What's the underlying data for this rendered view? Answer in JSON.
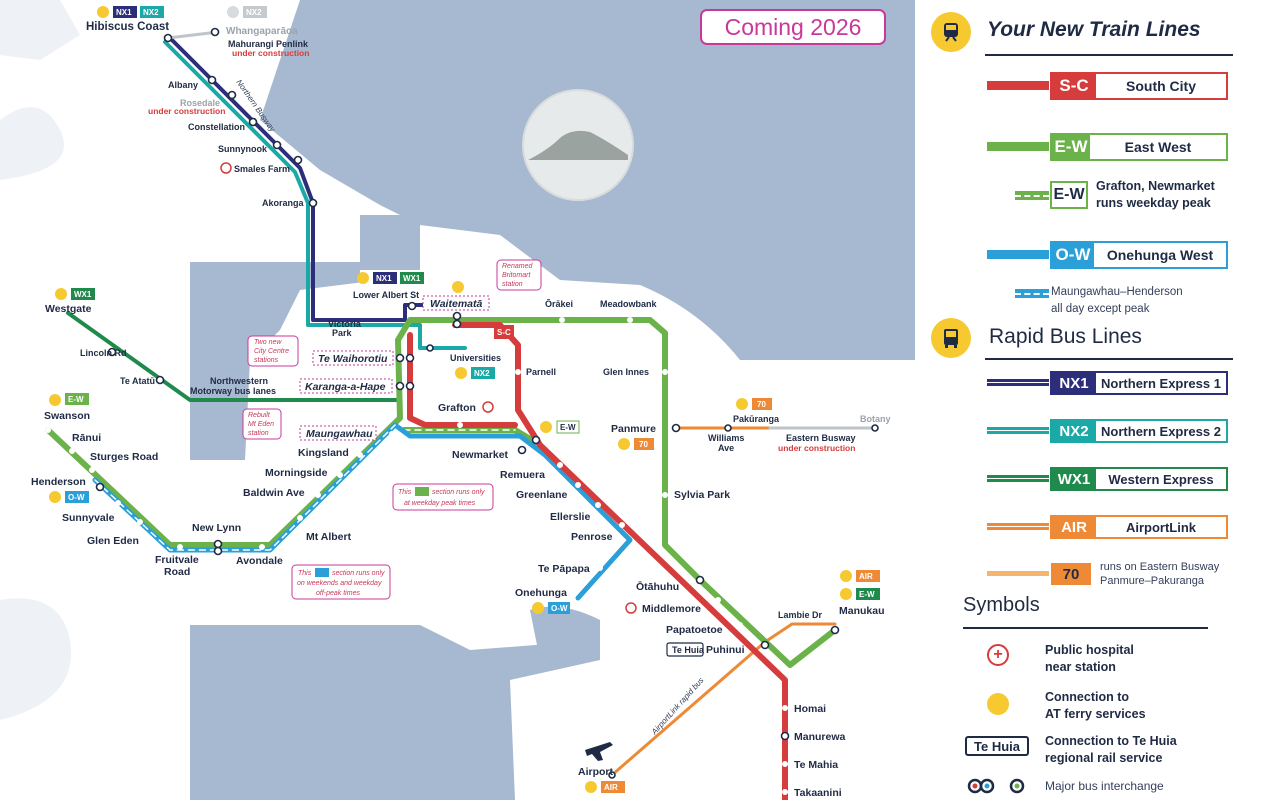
{
  "header": {
    "coming": "Coming 2026"
  },
  "legend": {
    "train_title": "Your New Train Lines",
    "bus_title": "Rapid Bus Lines",
    "symbols_title": "Symbols",
    "train_lines": [
      {
        "code": "S-C",
        "name": "South City",
        "color": "#d63c3c"
      },
      {
        "code": "E-W",
        "name": "East West",
        "color": "#6bb24a"
      },
      {
        "code": "O-W",
        "name": "Onehunga West",
        "color": "#2a9fd8"
      }
    ],
    "ew_peak_code": "E-W",
    "ew_peak_text1": "Grafton, Newmarket",
    "ew_peak_text2": "runs weekday peak",
    "ow_offpeak_text1": "Maungawhau–Henderson",
    "ow_offpeak_text2": "all day except peak",
    "bus_lines": [
      {
        "code": "NX1",
        "name": "Northern Express 1",
        "color": "#2d2e7a"
      },
      {
        "code": "NX2",
        "name": "Northern Express 2",
        "color": "#1aa9a6"
      },
      {
        "code": "WX1",
        "name": "Western Express",
        "color": "#1f8a4c"
      },
      {
        "code": "AIR",
        "name": "AirportLink",
        "color": "#ee8a36"
      }
    ],
    "route70_code": "70",
    "route70_text1": "runs on Eastern Busway",
    "route70_text2": "Panmure–Pakuranga",
    "symbols": {
      "hospital1": "Public hospital",
      "hospital2": "near station",
      "ferry1": "Connection to",
      "ferry2": "AT ferry services",
      "tehuia_badge": "Te Huia",
      "tehuia1": "Connection to Te Huia",
      "tehuia2": "regional rail service",
      "interchange": "Major bus interchange"
    }
  },
  "stations": {
    "hibiscus_coast": "Hibiscus Coast",
    "whangaparaoa": "Whangaparāoa",
    "mahurangi": "Mahurangi Penlink",
    "under_construction": "under construction",
    "albany": "Albany",
    "rosedale": "Rosedale",
    "northern_busway": "Northern Busway",
    "constellation": "Constellation",
    "sunnynook": "Sunnynook",
    "smales_farm": "Smales Farm",
    "akoranga": "Akoranga",
    "westgate": "Westgate",
    "lincoln_rd": "Lincoln Rd",
    "te_atatu": "Te Atatū",
    "nw_bus1": "Northwestern",
    "nw_bus2": "Motorway bus lanes",
    "lower_albert": "Lower Albert St",
    "victoria1": "Victoria",
    "victoria2": "Park",
    "waitemata": "Waitematā",
    "renamed1": "Renamed",
    "renamed2": "Britomart",
    "renamed3": "station",
    "te_waihorotiu": "Te Waihorotiu",
    "two_new1": "Two new",
    "two_new2": "City Centre",
    "two_new3": "stations",
    "karanga": "Karanga-a-Hape",
    "universities": "Universities",
    "orakei": "Ōrākei",
    "meadowbank": "Meadowbank",
    "parnell": "Parnell",
    "glen_innes": "Glen Innes",
    "grafton": "Grafton",
    "rebuilt1": "Rebuilt",
    "rebuilt2": "Mt Eden",
    "rebuilt3": "station",
    "maungawhau": "Maungawhau",
    "swanson": "Swanson",
    "ranui": "Rānui",
    "sturges": "Sturges Road",
    "kingsland": "Kingsland",
    "morningside": "Morningside",
    "baldwin": "Baldwin Ave",
    "henderson": "Henderson",
    "sunnyvale": "Sunnyvale",
    "glen_eden": "Glen Eden",
    "new_lynn": "New Lynn",
    "mt_albert": "Mt Albert",
    "fruitvale1": "Fruitvale",
    "fruitvale2": "Road",
    "avondale": "Avondale",
    "newmarket": "Newmarket",
    "remuera": "Remuera",
    "greenlane": "Greenlane",
    "ellerslie": "Ellerslie",
    "penrose": "Penrose",
    "te_papapa": "Te Pāpapa",
    "onehunga": "Onehunga",
    "panmure": "Panmure",
    "pakuranga": "Pakūranga",
    "williams1": "Williams",
    "williams2": "Ave",
    "botany": "Botany",
    "eastern_busway": "Eastern Busway",
    "sylvia_park": "Sylvia Park",
    "otahuhu": "Ōtāhuhu",
    "middlemore": "Middlemore",
    "papatoetoe": "Papatoetoe",
    "lambie": "Lambie Dr",
    "manukau": "Manukau",
    "puhinui": "Puhinui",
    "te_huia": "Te Huia",
    "homai": "Homai",
    "manurewa": "Manurewa",
    "te_mahia": "Te Mahia",
    "takaanini": "Takaanini",
    "airport": "Airport",
    "airportlink_rapid": "AirportLink rapid bus"
  },
  "notes": {
    "ew_peak_this": "This",
    "ew_peak_a": "section runs only",
    "ew_peak_b": "at weekday peak times",
    "ow_this": "This",
    "ow_a": "section runs only",
    "ow_b": "on weekends and weekday",
    "ow_c": "off-peak times"
  },
  "badges": {
    "nx1": "NX1",
    "nx2": "NX2",
    "wx1": "WX1",
    "ew": "E-W",
    "ow": "O-W",
    "sc": "S-C",
    "air": "AIR",
    "r70": "70"
  },
  "colors": {
    "water": "#a7b9d0",
    "land": "#ffffff",
    "red": "#d63c3c",
    "green": "#6bb24a",
    "blue": "#2a9fd8",
    "nx1": "#2d2e7a",
    "nx2": "#1aa9a6",
    "wx1": "#1f8a4c",
    "air": "#ee8a36",
    "ferry": "#f7c930",
    "navy": "#1f2a44",
    "pink": "#c8389a"
  }
}
